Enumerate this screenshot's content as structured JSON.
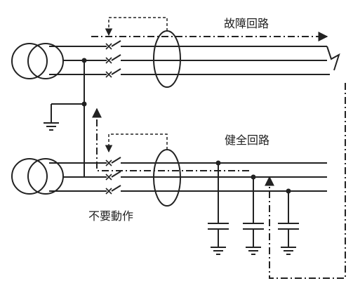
{
  "labels": {
    "fault_circuit": "故障回路",
    "healthy_circuit": "健全回路",
    "no_operation": "不要動作"
  },
  "colors": {
    "line": "#222222",
    "background": "#ffffff"
  }
}
